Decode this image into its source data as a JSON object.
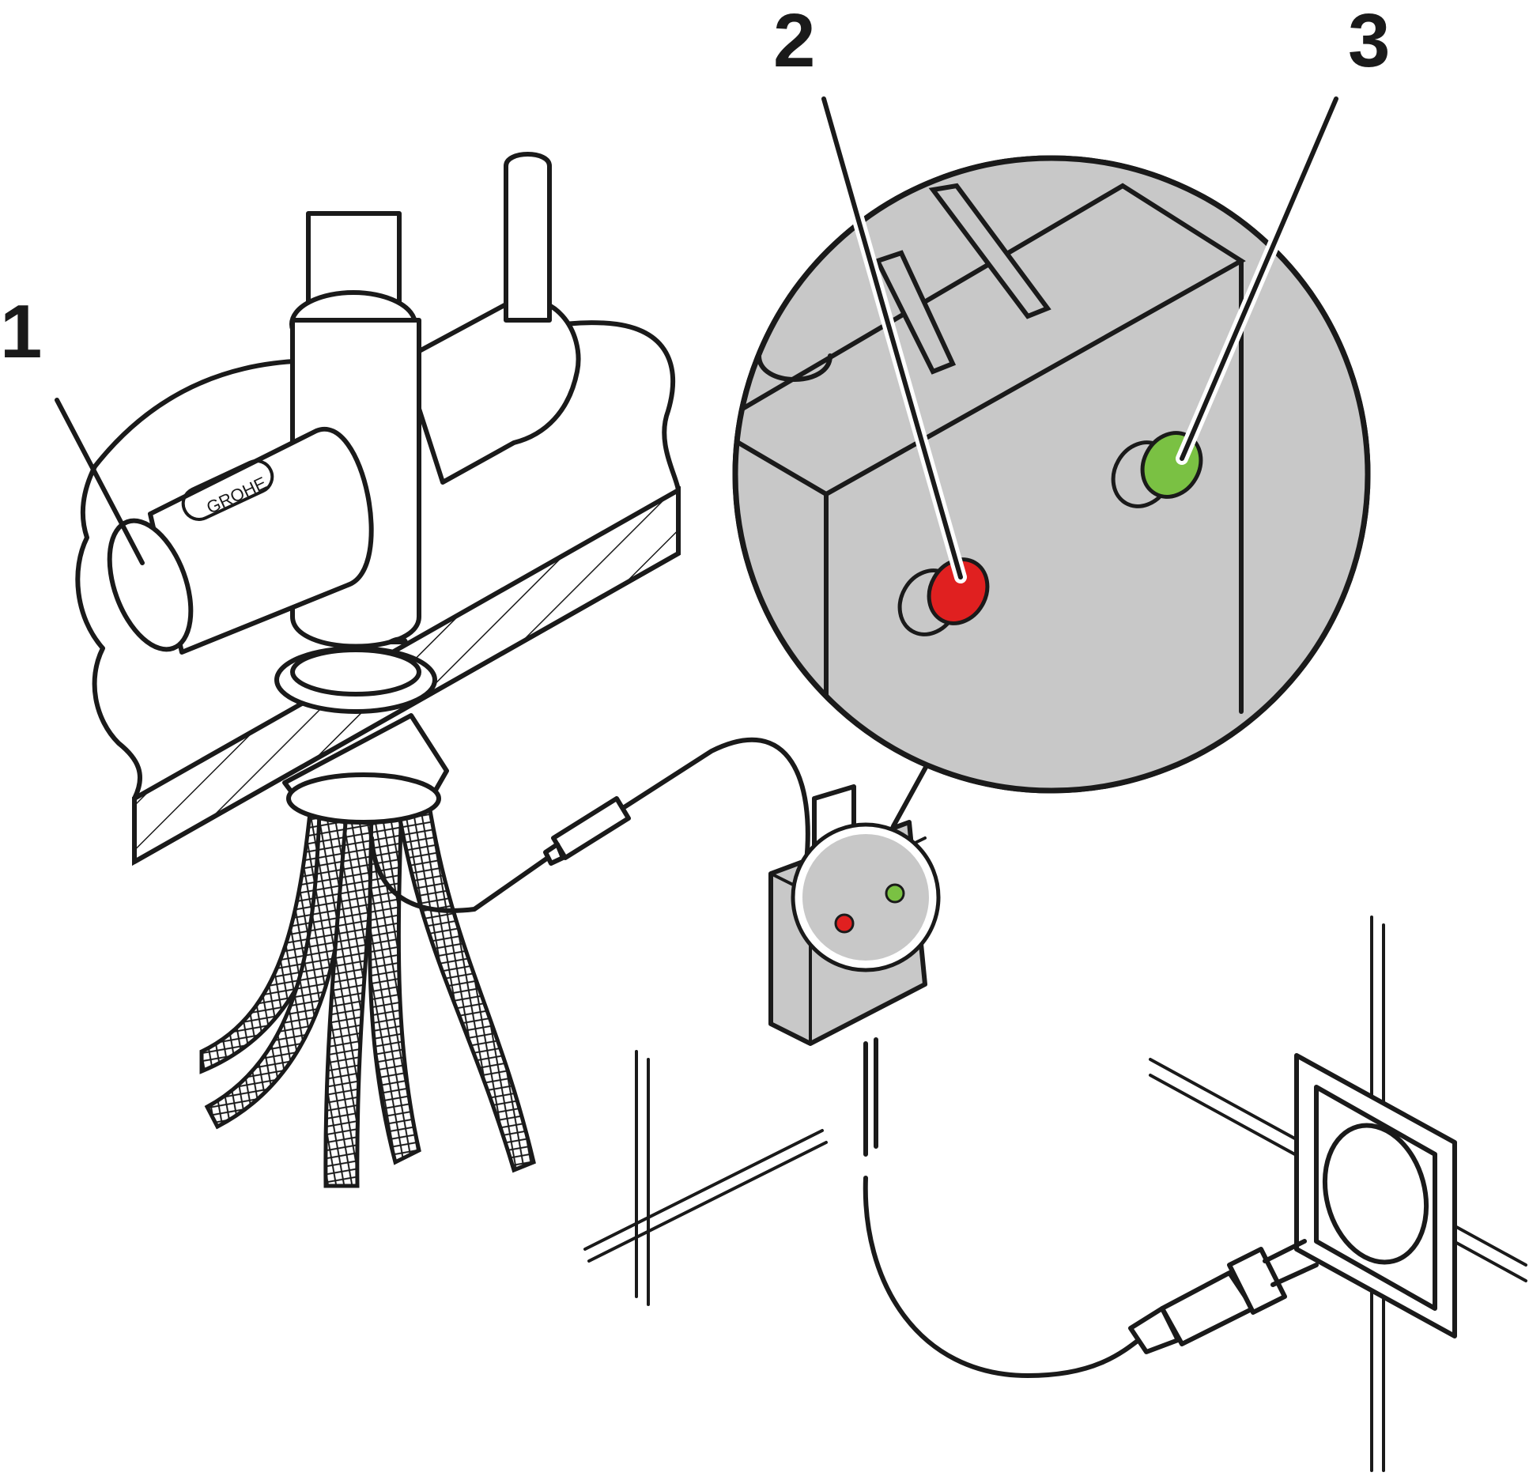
{
  "callouts": [
    {
      "label": "1"
    },
    {
      "label": "2"
    },
    {
      "label": "3"
    }
  ],
  "faucet_logo_text": "GROHE",
  "colors": {
    "outline": "#1a1a1a",
    "housing_gray": "#c8c8c8",
    "led_red": "#e02020",
    "led_green": "#7ac143"
  },
  "icons": [
    "faucet-illustration",
    "control-box-icon",
    "wall-socket-icon",
    "power-plug-icon"
  ]
}
